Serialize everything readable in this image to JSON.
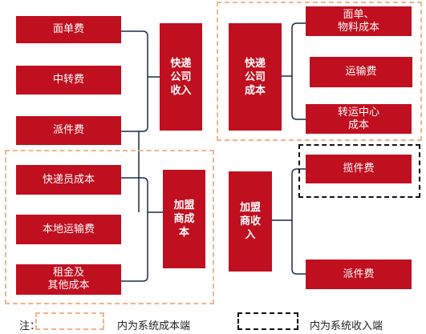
{
  "left": {
    "express_costs": [
      "面单费",
      "中转费",
      "派件费"
    ],
    "express_company_revenue": "快递\n公司\n收入",
    "franchise_costs": [
      "快递员成本",
      "本地运输费",
      "租金及\n其他成本"
    ],
    "franchise_cost": "加盟\n商成\n本"
  },
  "right": {
    "express_company_cost": "快递\n公司\n成本",
    "express_cost_items": [
      "面单、\n物料成本",
      "运输费",
      "转运中心\n成本"
    ],
    "franchise_revenue": "加盟\n商收\n入",
    "franchise_revenue_items": [
      "揽件费",
      "派件费"
    ]
  },
  "legend": {
    "note_label": "注：",
    "cost_side": "内为系统成本端",
    "revenue_side": "内为系统收入端"
  },
  "colors": {
    "box": "#c00f1f",
    "orange_dash": "#f2b48a",
    "black_dash": "#111111",
    "line": "#1a2a4a"
  }
}
